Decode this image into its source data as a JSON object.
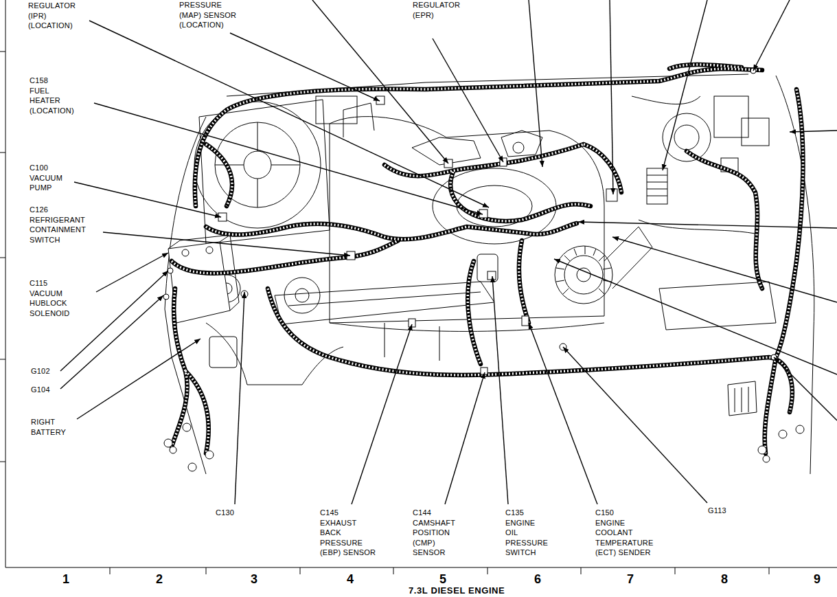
{
  "diagram": {
    "title": "7.3L DIESEL ENGINE",
    "labels": [
      "REGULATOR (IPR) (LOCATION)",
      "PRESSURE (MAP) SENSOR (LOCATION)",
      "REGULATOR (EPR)",
      "C158 FUEL HEATER (LOCATION)",
      "C100 VACUUM PUMP",
      "C126 REFRIGERANT CONTAINMENT SWITCH",
      "C115 VACUUM HUBLOCK SOLENOID",
      "G102",
      "G104",
      "RIGHT BATTERY",
      "C130",
      "C145 EXHAUST BACK PRESSURE (EBP) SENSOR",
      "C144 CAMSHAFT POSITION (CMP) SENSOR",
      "C135 ENGINE OIL PRESSURE SWITCH",
      "C150 ENGINE COOLANT TEMPERATURE (ECT) SENDER",
      "G113",
      "1",
      "2",
      "3",
      "4",
      "5",
      "6",
      "7",
      "8",
      "9"
    ]
  }
}
